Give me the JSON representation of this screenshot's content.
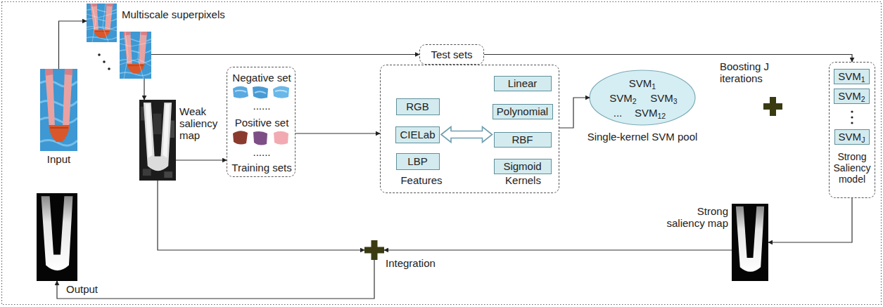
{
  "diagram": {
    "nodes": [
      {
        "text": [
          "Input"
        ]
      },
      {
        "text": [
          "Multiscale superpixels"
        ]
      },
      {
        "text": [
          "Test sets"
        ]
      },
      {
        "text": [
          "Weak saliency map"
        ]
      },
      {
        "text": [
          "Negative set",
          "......",
          "Positive set",
          "......",
          "Training sets"
        ]
      },
      {
        "text": [
          "Features",
          "Kernels"
        ]
      },
      {
        "text": [
          "RGB"
        ],
        "in": 5
      },
      {
        "text": [
          "CIELab"
        ],
        "in": 5
      },
      {
        "text": [
          "LBP"
        ],
        "in": 5
      },
      {
        "text": [
          "Linear"
        ],
        "in": 5
      },
      {
        "text": [
          "Polynomial"
        ],
        "in": 5
      },
      {
        "text": [
          "RBF"
        ],
        "in": 5
      },
      {
        "text": [
          "Sigmoid"
        ],
        "in": 5
      },
      {
        "text": [
          "SVM1",
          "SVM2",
          "SVM3",
          "...",
          "SVM12",
          "Single-kernel SVM pool"
        ]
      },
      {
        "text": [
          "Boosting J iterations"
        ]
      },
      {
        "text": [
          "Strong Saliency model"
        ]
      },
      {
        "text": [
          "SVM1"
        ],
        "in": 15
      },
      {
        "text": [
          "SVM2"
        ],
        "in": 15
      },
      {
        "text": [
          "SVMJ"
        ],
        "in": 15
      },
      {
        "text": [
          "Strong saliency map"
        ]
      },
      {
        "text": [
          "Integration"
        ]
      },
      {
        "text": [
          "Output"
        ]
      }
    ],
    "edges": [
      {
        "from": 0,
        "to": 1,
        "arrow": "to"
      },
      {
        "from": 1,
        "to": 2,
        "arrow": "to"
      },
      {
        "from": 2,
        "to": 15,
        "arrow": "to"
      },
      {
        "from": 1,
        "to": 3,
        "arrow": "to"
      },
      {
        "from": 3,
        "to": 4,
        "arrow": "to"
      },
      {
        "from": 4,
        "to": 5,
        "arrow": "to"
      },
      {
        "from": 7,
        "to": 11,
        "arrow": "both"
      },
      {
        "from": 5,
        "to": 13,
        "arrow": "to"
      },
      {
        "from": 15,
        "to": 19,
        "arrow": "to"
      },
      {
        "from": 19,
        "to": 20,
        "arrow": "to"
      },
      {
        "from": 3,
        "to": 20,
        "arrow": "to"
      },
      {
        "from": 20,
        "to": 21,
        "arrow": "to"
      }
    ]
  }
}
